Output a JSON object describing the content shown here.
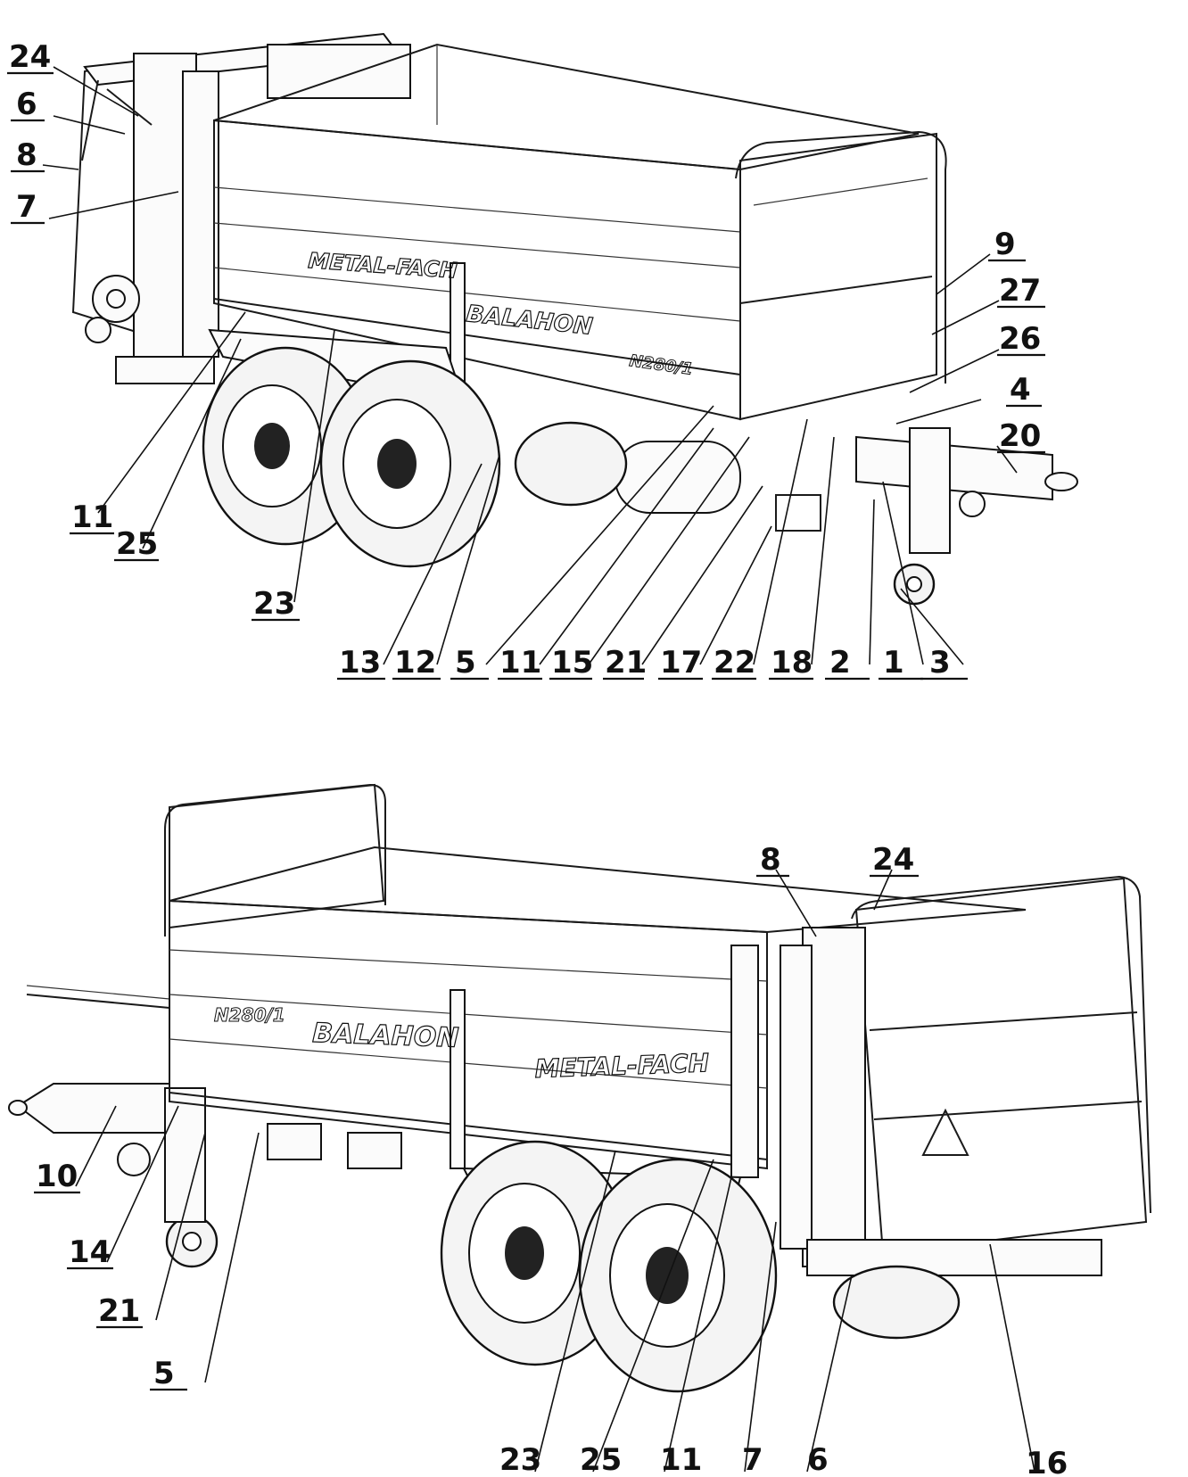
{
  "top_view": {
    "labels": [
      "24",
      "6",
      "8",
      "7",
      "9",
      "27",
      "26",
      "4",
      "20",
      "11",
      "25",
      "23",
      "13",
      "12",
      "5",
      "11",
      "15",
      "21",
      "17",
      "22",
      "18",
      "2",
      "1",
      "3"
    ],
    "logo_text": "METAL-FACH",
    "brand_text": "BALAHON",
    "model_text": "N280/1"
  },
  "bottom_view": {
    "labels": [
      "8",
      "24",
      "10",
      "14",
      "21",
      "5",
      "23",
      "25",
      "11",
      "7",
      "6",
      "16"
    ],
    "logo_text": "METAL-FACH",
    "brand_text": "BALAHON",
    "model_text": "N280/1"
  }
}
